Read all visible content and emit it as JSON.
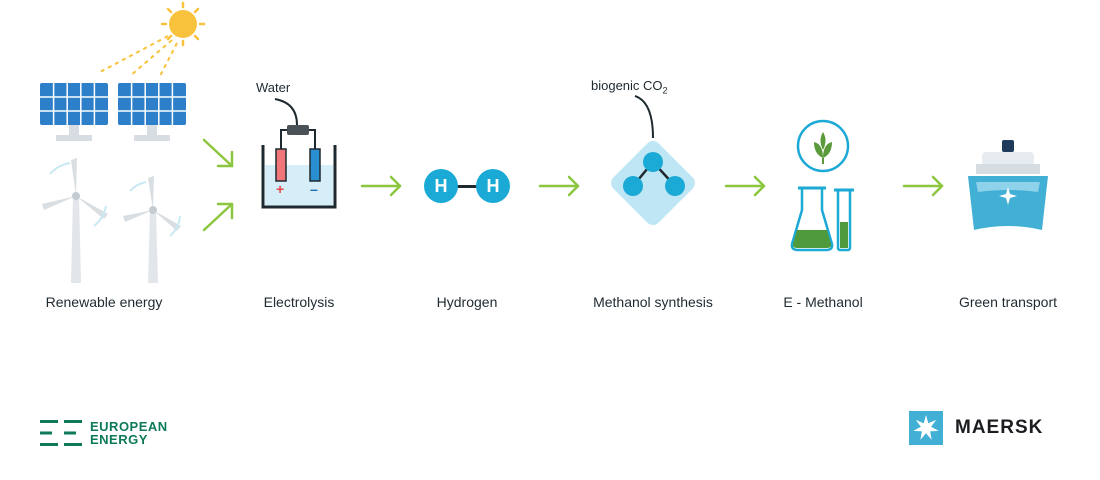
{
  "steps": {
    "renewable": "Renewable energy",
    "electrolysis": "Electrolysis",
    "hydrogen": "Hydrogen",
    "synthesis": "Methanol synthesis",
    "emethanol": "E - Methanol",
    "transport": "Green transport"
  },
  "annotations": {
    "water": "Water",
    "biogenic": "biogenic CO",
    "biogenic_sub": "2"
  },
  "hydrogen_atoms": [
    "H",
    "H"
  ],
  "electrode_signs": [
    "+",
    "–"
  ],
  "logos": {
    "european_energy_line1": "EUROPEAN",
    "european_energy_line2": "ENERGY",
    "maersk": "MAERSK"
  },
  "colors": {
    "arrow_green": "#8cc63f",
    "accent_blue": "#1ba9d6",
    "light_blue": "#bfe6f5",
    "solar_blue": "#2c7fc8",
    "sun_yellow": "#f9c23c",
    "brand_green": "#0e7a5a",
    "maersk_blue": "#42b0d5"
  }
}
